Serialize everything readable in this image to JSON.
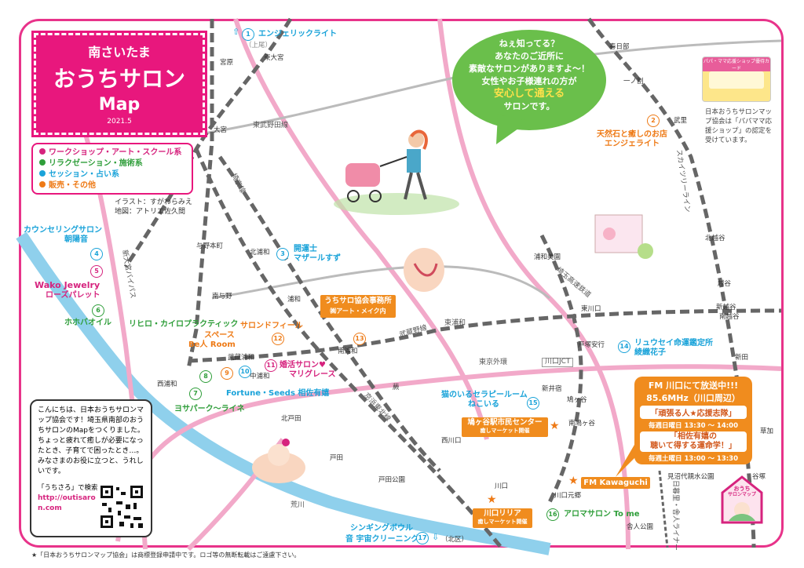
{
  "title": {
    "line1": "南さいたま",
    "line2": "おうちサロン",
    "line3": "Map",
    "date": "2021.5"
  },
  "legend": [
    {
      "label": "ワークショップ・アート・スクール系",
      "color": "#d6237e"
    },
    {
      "label": "リラクゼーション・施術系",
      "color": "#2f9e3a"
    },
    {
      "label": "セッション・占い系",
      "color": "#1aa3d9"
    },
    {
      "label": "販売・その他",
      "color": "#ee7a16"
    }
  ],
  "credits": {
    "illust": "イラスト：すがわらみえ",
    "map": "地図：アトリエ佐久間"
  },
  "bubble": {
    "l1": "ねぇ知ってる？",
    "l2": "あなたのご近所に",
    "l3": "素敵なサロンがありますよ～！",
    "l4": "女性やお子様連れの方が",
    "l5": "安心して通える",
    "l6": "サロンです。"
  },
  "card": {
    "caption": "日本おうちサロンマップ協会は「パパママ応援ショップ」の認定を受けています。",
    "label": "パパ・ママ応援ショップ優待カード"
  },
  "salons": [
    {
      "n": "1",
      "cls": "b",
      "name": "エンジェリックライト",
      "sub": "（上尾）"
    },
    {
      "n": "2",
      "cls": "o",
      "name": "天然石と癒しのお店",
      "sub": "エンジェライト"
    },
    {
      "n": "3",
      "cls": "b",
      "name": "開運士",
      "sub": "マザールすず"
    },
    {
      "n": "4",
      "cls": "b",
      "name": "カウンセリングサロン",
      "sub": "朝陽音"
    },
    {
      "n": "5",
      "cls": "m",
      "name": "Wako Jewelry",
      "sub": "ローズパレット"
    },
    {
      "n": "6",
      "cls": "g",
      "name": "ホホバオイル",
      "sub": ""
    },
    {
      "n": "7",
      "cls": "g",
      "name": "ヨサパーク～ライネ",
      "sub": ""
    },
    {
      "n": "8",
      "cls": "g",
      "name": "リヒロ・カイロプラクティック",
      "sub": ""
    },
    {
      "n": "9",
      "cls": "o",
      "name": "スペース",
      "sub": "Be人 Room"
    },
    {
      "n": "10",
      "cls": "b",
      "name": "Fortune・Seeds 相佐有嬉",
      "sub": ""
    },
    {
      "n": "11",
      "cls": "m",
      "name": "婚活サロン♥",
      "sub": "マリグレース"
    },
    {
      "n": "12",
      "cls": "o",
      "name": "サロンドフィール",
      "sub": ""
    },
    {
      "n": "13",
      "cls": "o",
      "name": "うちサロ協会事務所",
      "sub": "㈱アート・メイク内"
    },
    {
      "n": "14",
      "cls": "b",
      "name": "リュウセイ命運鑑定所",
      "sub": "綾織花子"
    },
    {
      "n": "15",
      "cls": "b",
      "name": "猫のいるセラピールーム",
      "sub": "ねこいる"
    },
    {
      "n": "16",
      "cls": "g",
      "name": "アロマサロン To me",
      "sub": ""
    },
    {
      "n": "17",
      "cls": "b",
      "name": "シンギングボウル",
      "sub": "音 宇宙クリーニング"
    }
  ],
  "stations": [
    "宮原",
    "東大宮",
    "大宮",
    "与野本町",
    "南与野",
    "北浦和",
    "浦和",
    "南浦和",
    "武蔵浦和",
    "西浦和",
    "中浦和",
    "北戸田",
    "戸田",
    "戸田公園",
    "蕨",
    "西川口",
    "川口",
    "川口元郷",
    "南鳩ヶ谷",
    "鳩ヶ谷",
    "新井宿",
    "戸塚安行",
    "東川口",
    "浦和美園",
    "越谷",
    "北越谷",
    "新越谷",
    "南越谷",
    "武里",
    "一ノ割",
    "春日部",
    "新田",
    "草加",
    "見沼代親水公園",
    "舎人公園",
    "谷塚"
  ],
  "lines": [
    "東武野田線",
    "埼京線",
    "京浜東北線",
    "武蔵野線",
    "東京外環",
    "川口JCT",
    "埼玉高速鉄道",
    "スカイツリーライン",
    "日暮里・舎人ライナー",
    "新大宮バイパス",
    "荒川",
    "東浦和"
  ],
  "extras": {
    "kita": "（北区）",
    "fm": "FM Kawaguchi",
    "hatogaya": "鳩ヶ谷駅市民センター",
    "hatogaya_sub": "癒しマーケット開催",
    "lilia": "川口リリア",
    "lilia_sub": "癒しマーケット開催",
    "up": "⇧",
    "down": "⇩"
  },
  "fm": {
    "head": "FM 川口にて放送中!!!",
    "freq": "85.6MHz（川口周辺）",
    "p1": "「頑張る人★応援志隊」",
    "t1": "毎週日曜日 13:30 ～ 14:00",
    "p2": "「相佐有嬉の",
    "p2b": "聴いて得する運命学！」",
    "t2": "毎週土曜日 13:00 ～ 13:30"
  },
  "intro": {
    "text": "こんにちは、日本おうちサロンマップ協会です！埼玉県南部のおうちサロンのMapをつくりました。ちょっと疲れて癒しが必要になったとき、子育てで困ったとき…。みなさまのお役に立つと、うれしいです。",
    "search": "「うちさろ」で検索",
    "url": "http://outisaron.com"
  },
  "badge": {
    "l1": "おうち",
    "l2": "サロンマップ"
  },
  "footer": "★「日本おうちサロンマップ協会」は商標登録申請中です。ロゴ等の無断転載はご遠慮下さい。"
}
